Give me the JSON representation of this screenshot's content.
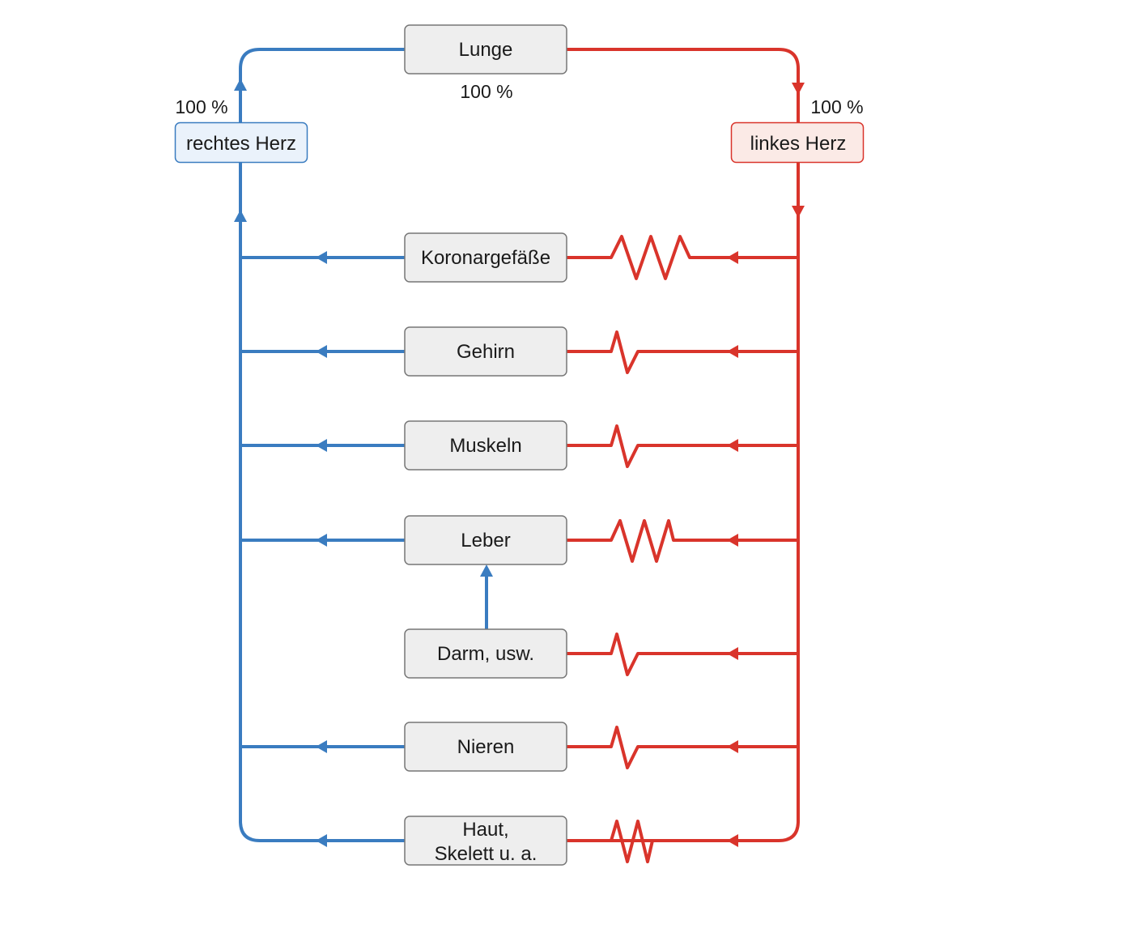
{
  "lung": {
    "label": "Lunge",
    "percent": "100 %"
  },
  "right_heart": {
    "label": "rechtes Herz",
    "percent": "100 %",
    "fill": "#eaf2fb",
    "stroke": "#3a7cc0"
  },
  "left_heart": {
    "label": "linkes Herz",
    "percent": "100 %",
    "fill": "#fbeae6",
    "stroke": "#d9342b"
  },
  "colors": {
    "venous": "#3a7cc0",
    "arterial": "#d9342b",
    "organ_fill": "#eeeeee",
    "organ_stroke": "#777777"
  },
  "organs": [
    {
      "label": "Koronargefäße",
      "resistance": "high"
    },
    {
      "label": "Gehirn",
      "resistance": "low"
    },
    {
      "label": "Muskeln",
      "resistance": "low"
    },
    {
      "label": "Leber",
      "resistance": "medium"
    },
    {
      "label": "Darm, usw.",
      "resistance": "low"
    },
    {
      "label": "Nieren",
      "resistance": "low"
    },
    {
      "label": "Haut,",
      "label2": "Skelett u. a.",
      "resistance": "low"
    }
  ]
}
